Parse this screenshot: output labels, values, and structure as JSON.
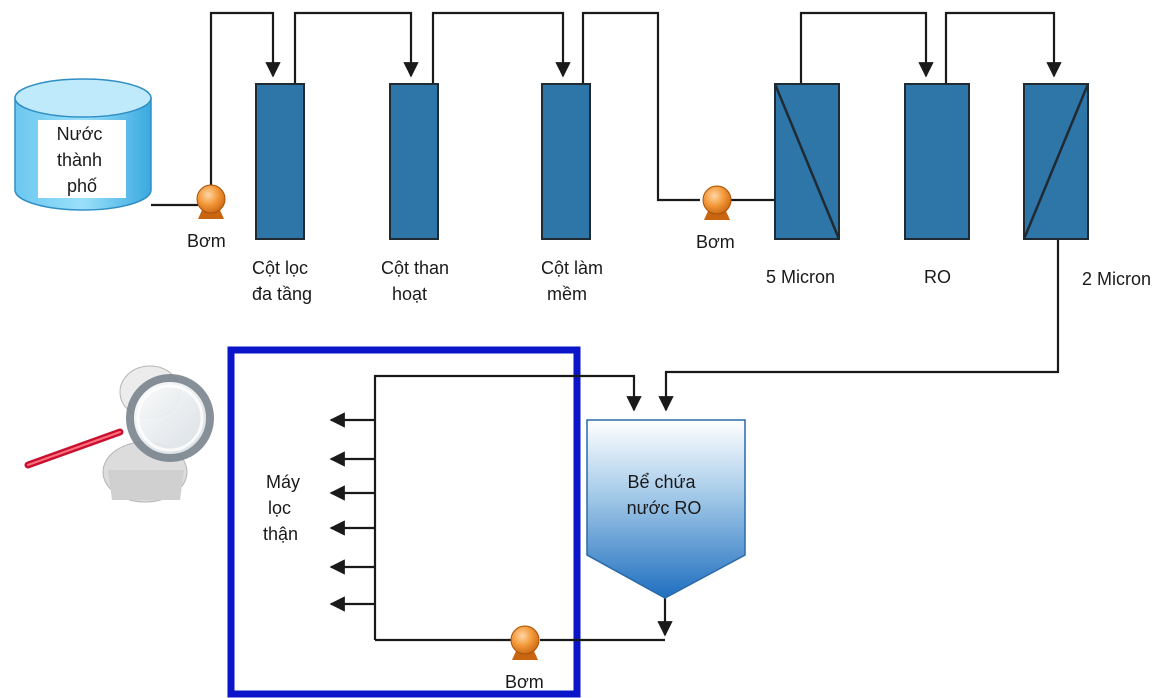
{
  "labels": {
    "tank": [
      "Nước",
      "thành",
      "phố"
    ],
    "pump": "Bơm",
    "multimedia": [
      "Cột lọc",
      "đa tầng"
    ],
    "carbon": [
      "Cột than",
      "hoạt"
    ],
    "softener": [
      "Cột làm",
      "mềm"
    ],
    "micron5": "5 Micron",
    "ro": "RO",
    "micron2": "2 Micron",
    "ro_tank": [
      "Bể chứa",
      "nước RO"
    ],
    "dialysis": [
      "Máy",
      "lọc",
      "thận"
    ]
  },
  "colors": {
    "column": "#2e75a8",
    "tank_top": "#7fd3f5",
    "tank_body": "#4cb6ea",
    "pump": "#f08a2a",
    "highlight_box": "#0a14c8",
    "line": "#1a1a1a"
  },
  "icons": {
    "inspector": "magnifier-person-icon"
  }
}
